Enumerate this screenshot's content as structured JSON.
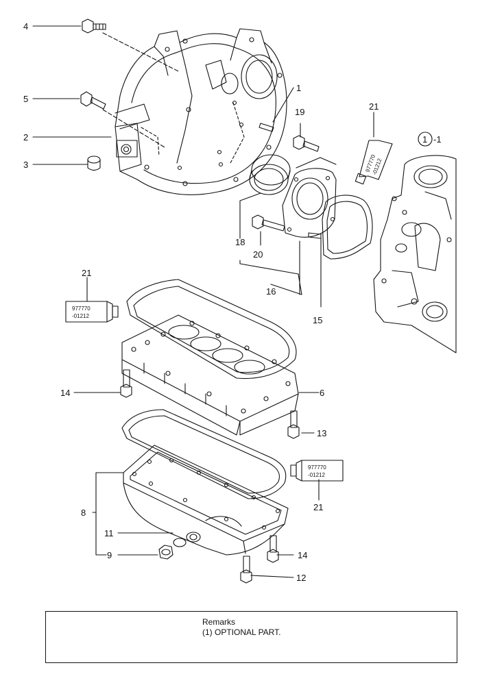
{
  "callouts": {
    "c4": "4",
    "c5": "5",
    "c2": "2",
    "c3": "3",
    "c1": "1",
    "c19": "19",
    "c21_top": "21",
    "c1_1_num": "1",
    "c1_1_suffix": "-1",
    "c18": "18",
    "c20": "20",
    "c16": "16",
    "c15": "15",
    "c21_left": "21",
    "c14_left": "14",
    "c6": "6",
    "c13": "13",
    "c8": "8",
    "c11": "11",
    "c9": "9",
    "c21_right": "21",
    "c14_right": "14",
    "c12": "12"
  },
  "sealant_tube": {
    "line1": "977770",
    "line2": "-01212"
  },
  "remarks": {
    "title": "Remarks",
    "note": "(1) OPTIONAL PART."
  },
  "colors": {
    "line": "#111111",
    "background": "#ffffff"
  }
}
